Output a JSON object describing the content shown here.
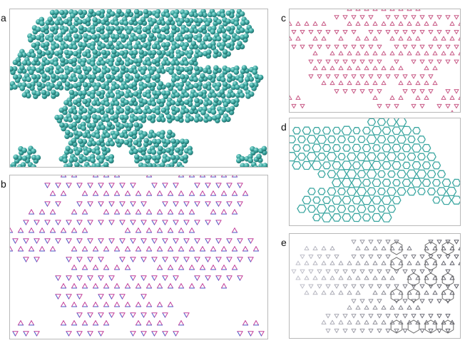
{
  "panels": [
    {
      "id": "a",
      "label": "a",
      "style": "spheres"
    },
    {
      "id": "b",
      "label": "b",
      "style": "bonds-magenta-blue"
    },
    {
      "id": "c",
      "label": "c",
      "style": "bonds-pink"
    },
    {
      "id": "d",
      "label": "d",
      "style": "network-teal"
    },
    {
      "id": "e",
      "label": "e",
      "style": "bonds-gray-gradient"
    }
  ],
  "colors": {
    "sphere_fill": "#3aa6a0",
    "sphere_highlight": "#9fe3dd",
    "sphere_shadow": "#1f6d6a",
    "bond_magenta": "#c2409a",
    "bond_blue": "#4a57c7",
    "bond_pink": "#c85a86",
    "network_teal": "#3aa6a0",
    "bond_gray": "#6a6a6a",
    "frame_border": "#b9b9b9"
  }
}
